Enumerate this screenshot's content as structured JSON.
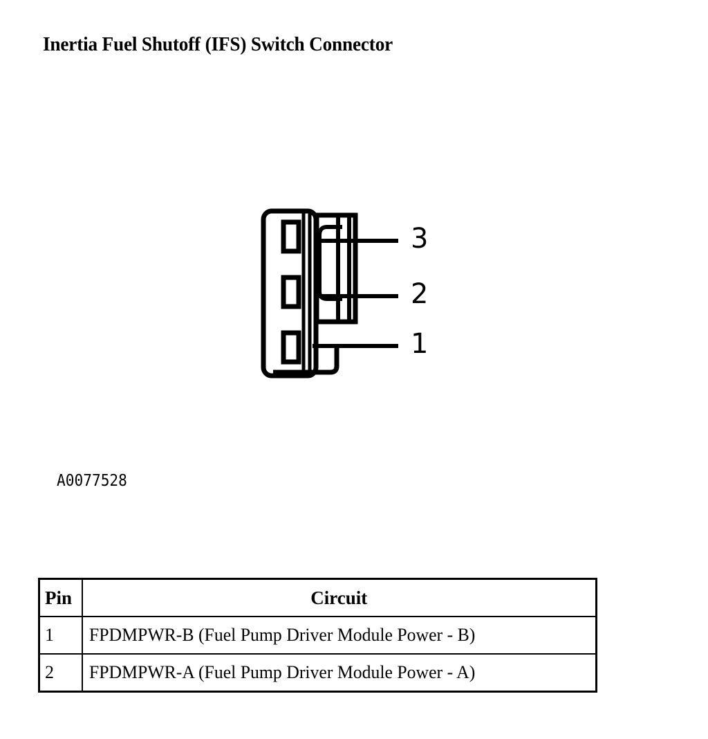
{
  "page": {
    "title": "Inertia Fuel Shutoff (IFS) Switch Connector",
    "figure_reference": "A0077528"
  },
  "connector_diagram": {
    "description": "3-cavity Inertia Fuel Shutoff switch connector, front view with latch tab on right",
    "pin_callouts": [
      {
        "id": "pin-3",
        "label": "3"
      },
      {
        "id": "pin-2",
        "label": "2"
      },
      {
        "id": "pin-1",
        "label": "1"
      }
    ],
    "line_color": "#000000",
    "fill_color": "#ffffff"
  },
  "pin_table": {
    "headers": {
      "pin": "Pin",
      "circuit": "Circuit"
    },
    "rows": [
      {
        "pin": "1",
        "circuit": "FPDMPWR-B (Fuel Pump Driver Module Power - B)"
      },
      {
        "pin": "2",
        "circuit": "FPDMPWR-A (Fuel Pump Driver Module Power - A)"
      }
    ]
  }
}
